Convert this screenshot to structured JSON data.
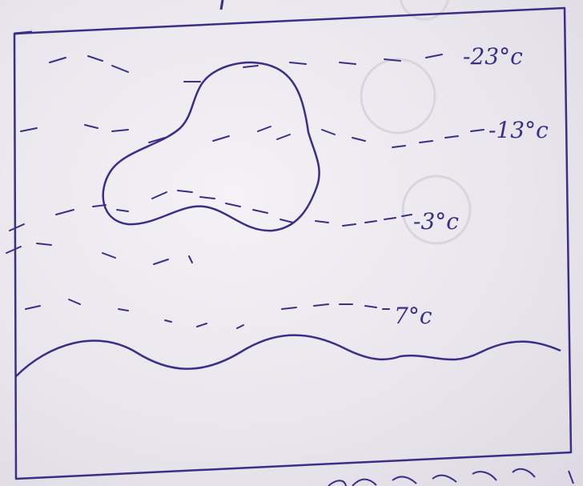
{
  "sketch": {
    "ink_color": "#3a2f86",
    "paper_color": "#eeebf1",
    "temperature_labels": [
      {
        "text": "-23°c"
      },
      {
        "text": "-13°c"
      },
      {
        "text": "-3°c"
      },
      {
        "text": "7°c"
      }
    ]
  }
}
